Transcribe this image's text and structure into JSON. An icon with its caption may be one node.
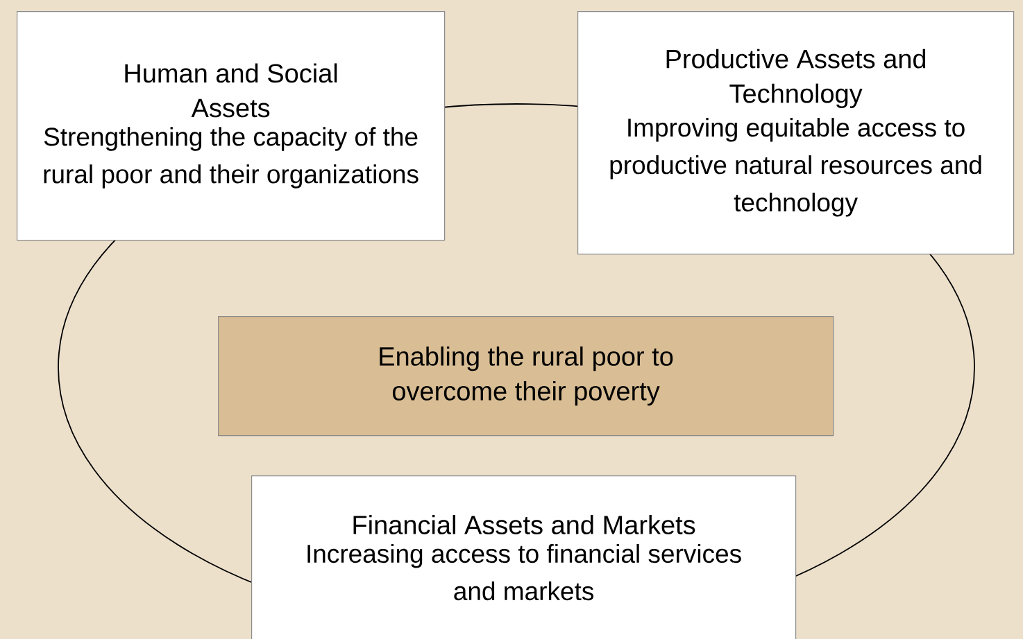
{
  "diagram": {
    "nodes": [
      {
        "text": [
          "Human and Social Assets",
          "Strengthening the capacity of the rural poor and their organizations"
        ]
      },
      {
        "text": [
          "Productive Assets and Technology",
          "Improving equitable access to productive natural resources and technology"
        ]
      },
      {
        "text": [
          "Enabling the rural poor to overcome their poverty"
        ]
      },
      {
        "text": [
          "Financial Assets and Markets",
          "Increasing access to financial services and markets"
        ]
      }
    ],
    "edges": []
  }
}
